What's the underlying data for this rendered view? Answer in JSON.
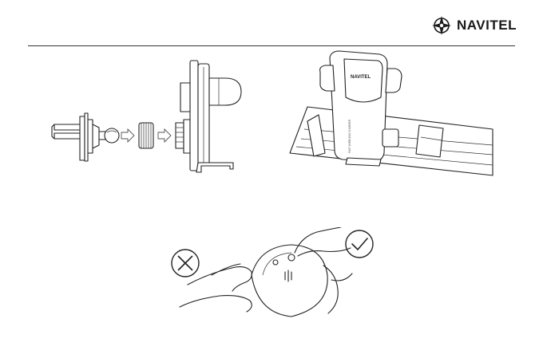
{
  "header": {
    "brand_name": "NAVITEL"
  },
  "illustrations": {
    "mount_photo_brand": "NAVITEL",
    "charger_side_text": "FAST WIRELESS CHARGER",
    "wrong_sign_icon": "cross-circle-icon",
    "correct_sign_icon": "check-circle-icon"
  }
}
